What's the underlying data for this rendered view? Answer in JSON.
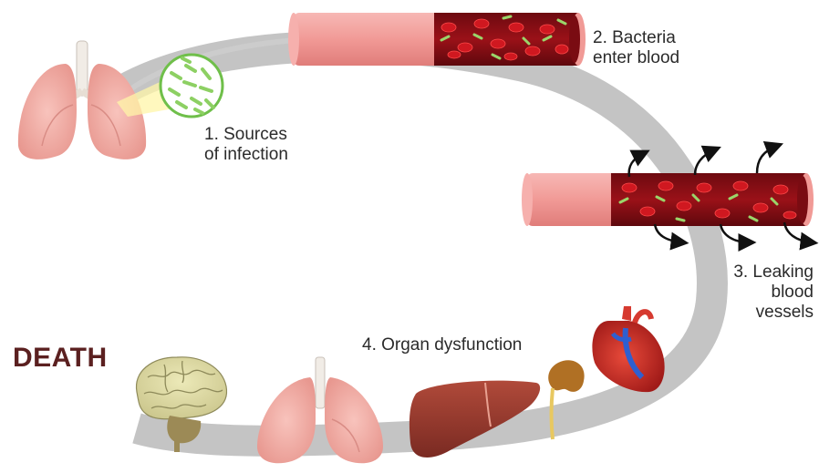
{
  "labels": {
    "step1": {
      "line1": "1. Sources",
      "line2": "of infection"
    },
    "step2": {
      "line1": "2. Bacteria",
      "line2": "enter blood"
    },
    "step3": {
      "line1": "3. Leaking",
      "line2": "blood",
      "line3": "vessels"
    },
    "step4": "4. Organ dysfunction",
    "death": "DEATH"
  },
  "illustrations": [
    "lungs-icon",
    "bacteria-magnified-icon",
    "blood-vessel-icon",
    "leaking-blood-vessel-icon",
    "heart-icon",
    "kidney-icon",
    "liver-icon",
    "brain-icon",
    "lungs-icon"
  ],
  "colors": {
    "cycle_band": "#c4c4c4",
    "vessel_wall": "#f2a0a0",
    "vessel_lumen": "#8e0f16",
    "blood_cell": "#d01820",
    "bacteria": "#9bd56a",
    "lung": "#f4b0a8",
    "death_text": "#5b2020"
  }
}
